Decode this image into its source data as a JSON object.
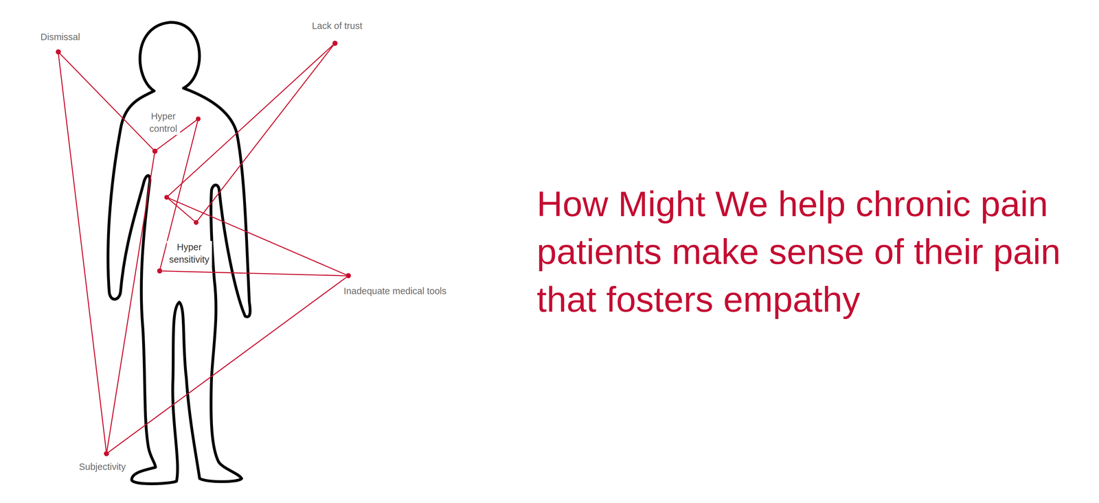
{
  "diagram": {
    "title": "How Might We help chronic pain patients make sense of their pain that fosters empathy",
    "nodes": [
      {
        "text": [
          "Dismissal"
        ]
      },
      {
        "text": [
          "Lack of trust"
        ]
      },
      {
        "text": [
          "Hyper control"
        ]
      },
      {
        "text": [
          "Hyper sensitivity"
        ]
      },
      {
        "text": [
          "Inadequate medical tools"
        ]
      },
      {
        "text": [
          "Subjectivity"
        ]
      }
    ],
    "edges": [
      {
        "from": 0,
        "to": 2,
        "arrow": "none"
      },
      {
        "from": 0,
        "to": 5,
        "arrow": "none"
      },
      {
        "from": 2,
        "to": 5,
        "arrow": "none"
      },
      {
        "from": 3,
        "to": 4,
        "arrow": "none"
      },
      {
        "from": 4,
        "to": 5,
        "arrow": "none"
      }
    ]
  }
}
